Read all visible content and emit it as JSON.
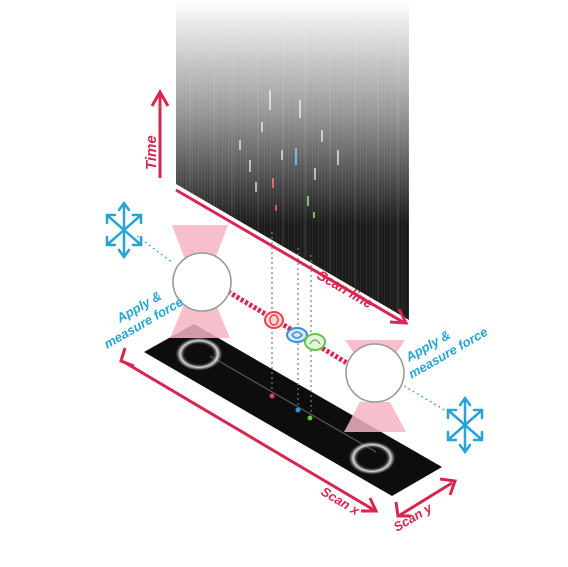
{
  "labels": {
    "time": "Time",
    "scan_line": "Scan line",
    "scan_x": "Scan x",
    "scan_y": "Scan y",
    "apply_left": [
      "Apply &",
      "measure force"
    ],
    "apply_right": [
      "Apply &",
      "measure force"
    ]
  },
  "colors": {
    "axis": "#d7264f",
    "label_blue": "#29a3d6",
    "beam_pink": "#f6b3c3",
    "dna": "#d7264f",
    "protein_red": "#e8434f",
    "protein_blue": "#3a8fd8",
    "protein_green": "#6cc04a",
    "background": "#ffffff"
  },
  "icons": [
    "move-arrows-icon-left",
    "move-arrows-icon-right"
  ]
}
